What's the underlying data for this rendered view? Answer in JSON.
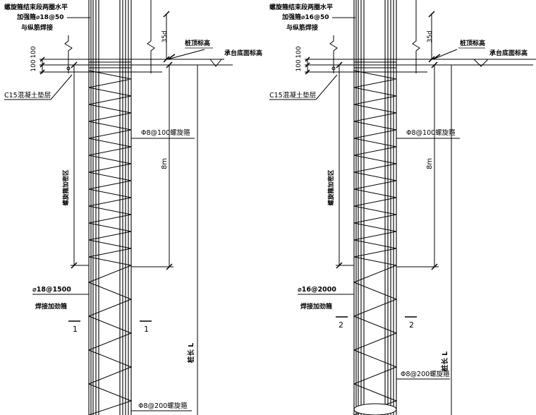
{
  "details": [
    {
      "id": "detail-1",
      "top_note": [
        "螺旋箍结束段两圈水平",
        "加强箍⌀18@50",
        "与纵筋焊接"
      ],
      "dim_35d": "35d",
      "pile_cap_label": "桩顶标高",
      "slab_bottom_label": "承台底面标高",
      "dim_100_a": "100",
      "dim_100_b": "100",
      "c15_label": "C15混凝土垫层",
      "spiral_upper": "Φ8@100螺旋箍",
      "dim_8m": "8m",
      "densified_zone": "螺旋箍加密区",
      "stiffener_spec": "⌀18@1500",
      "stiffener_label": "焊接加劲箍",
      "section_mark": "1",
      "pile_length": "桩长 L",
      "spiral_lower": "Φ8@200螺旋箍"
    },
    {
      "id": "detail-2",
      "top_note": [
        "螺旋箍结束段两圈水平",
        "加强箍⌀16@50",
        "与纵筋焊接"
      ],
      "dim_35d": "35d",
      "pile_cap_label": "桩顶标高",
      "slab_bottom_label": "承台底面标高",
      "dim_100_a": "100",
      "dim_100_b": "100",
      "c15_label": "C15混凝土垫层",
      "spiral_upper": "Φ8@100螺旋箍",
      "dim_8m": "8m",
      "densified_zone": "螺旋箍加密区",
      "stiffener_spec": "⌀16@2000",
      "stiffener_label": "焊接加劲箍",
      "section_mark": "2",
      "pile_length": "桩长 L",
      "spiral_lower": "Φ8@200螺旋箍"
    }
  ]
}
